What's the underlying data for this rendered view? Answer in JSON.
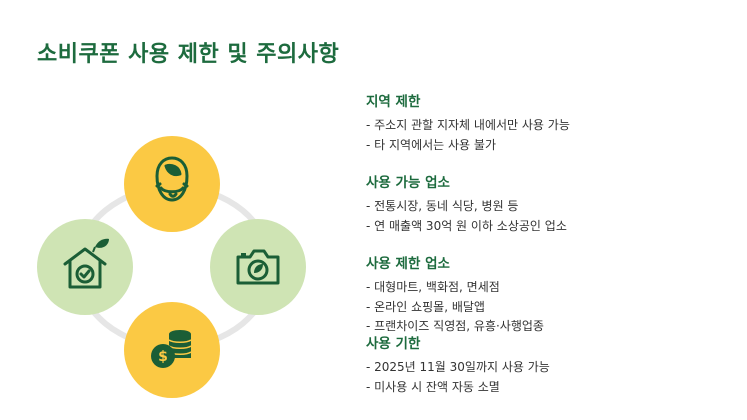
{
  "title": "소비쿠폰 사용 제한 및 주의사항",
  "colors": {
    "accent_green": "#1d6b3e",
    "yellow": "#fbc944",
    "light_green": "#cfe4b4",
    "ring_gray": "#e6e6e6"
  },
  "icons": {
    "top": "eco-person-icon",
    "left": "eco-home-icon",
    "right": "eco-camera-icon",
    "bottom": "money-coins-icon"
  },
  "sections": [
    {
      "heading": "지역 제한",
      "items": [
        "- 주소지 관할 지자체 내에서만 사용 가능",
        "- 타 지역에서는 사용 불가"
      ]
    },
    {
      "heading": "사용 가능 업소",
      "items": [
        "- 전통시장, 동네 식당, 병원 등",
        "- 연 매출액 30억 원 이하 소상공인 업소"
      ]
    },
    {
      "heading": "사용 제한 업소",
      "items": [
        "- 대형마트, 백화점, 면세점",
        "- 온라인 쇼핑몰, 배달앱",
        "- 프랜차이즈 직영점, 유흥·사행업종"
      ]
    },
    {
      "heading": "사용 기한",
      "items": [
        "- 2025년 11월 30일까지 사용 가능",
        "- 미사용 시 잔액 자동 소멸"
      ]
    }
  ]
}
